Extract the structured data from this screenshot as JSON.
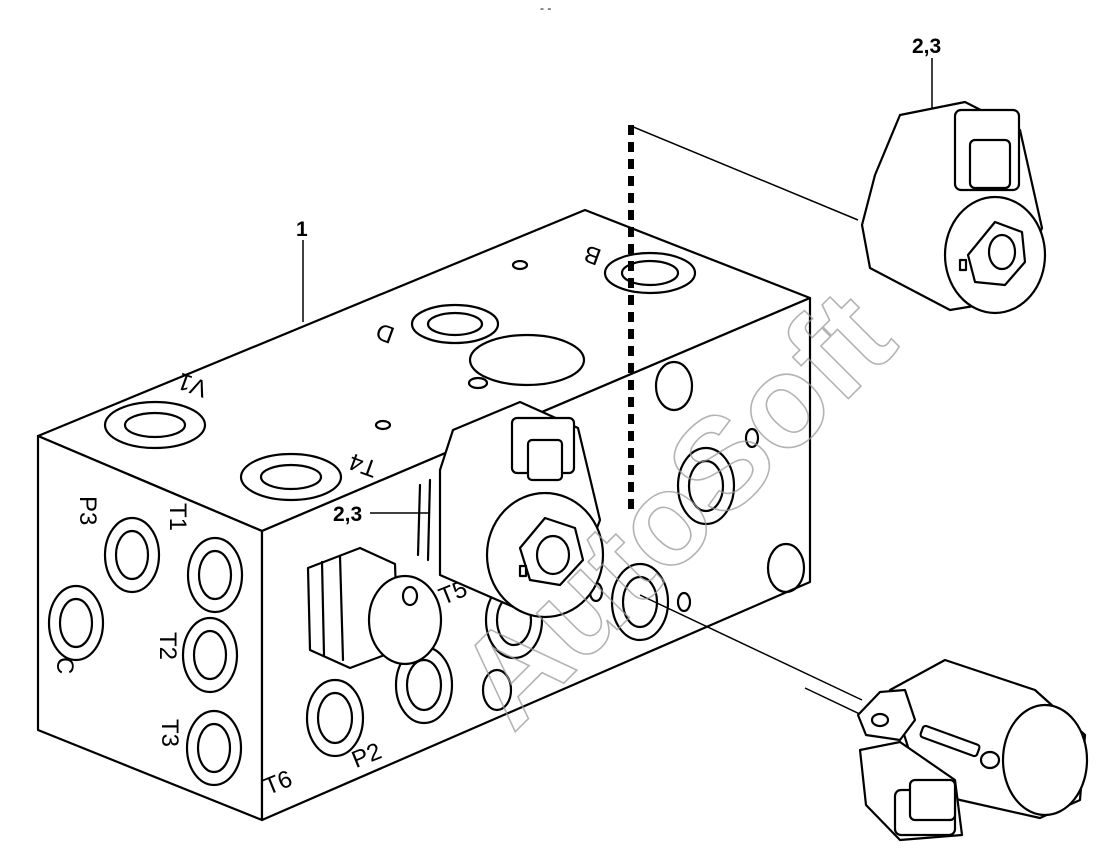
{
  "figure": {
    "callouts": {
      "block": "1",
      "coil_top": "2,3",
      "coil_mounted": "2,3"
    },
    "port_labels": {
      "b": "B",
      "d": "D",
      "v1": "V1",
      "t4": "T4",
      "p3": "P3",
      "t1": "T1",
      "t2": "T2",
      "t3": "T3",
      "c": "C",
      "t5": "T5",
      "t6": "T6",
      "p2": "P2"
    },
    "watermark": "AutoSoft",
    "top_mark": "- -"
  }
}
